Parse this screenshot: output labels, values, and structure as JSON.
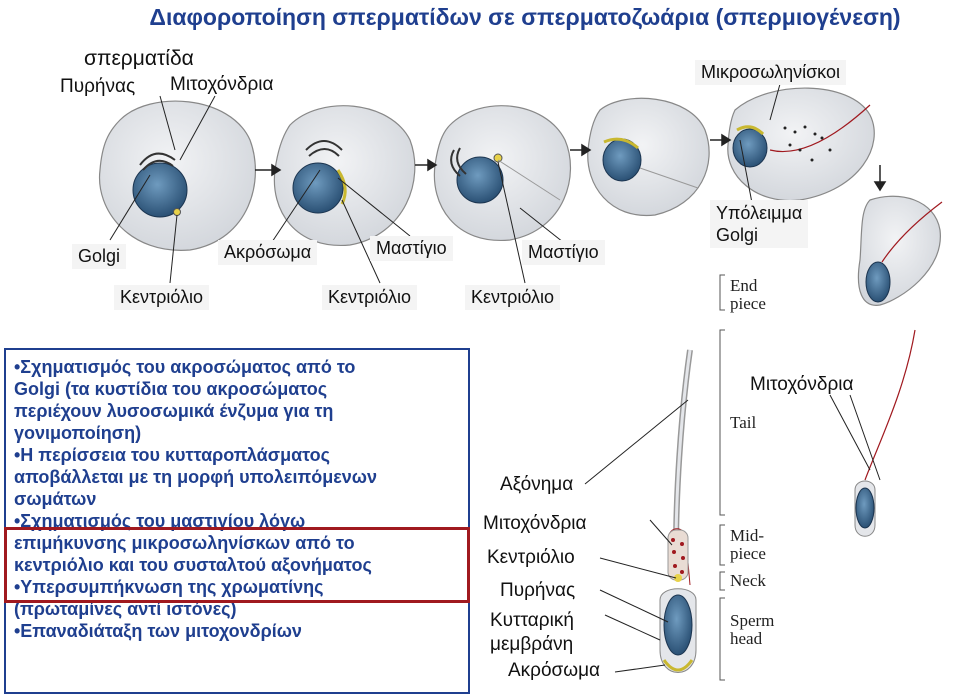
{
  "title": "Διαφοροποίηση σπερματίδων σε σπερματοζωάρια (σπερμιογένεση)",
  "labels": {
    "spermatid": "σπερματίδα",
    "nucleus_top": "Πυρήνας",
    "mitochondria_top": "Μιτοχόνδρια",
    "microtubules": "Μικροσωληνίσκοι",
    "golgi": "Golgi",
    "acrosome_mid": "Ακρόσωμα",
    "flagellum_1": "Μαστίγιο",
    "flagellum_2": "Μαστίγιο",
    "golgi_remnant_1": "Υπόλειμμα",
    "golgi_remnant_2": "Golgi",
    "centriole_1": "Κεντριόλιο",
    "centriole_2": "Κεντριόλιο",
    "centriole_3": "Κεντριόλιο",
    "mitochondria_right": "Μιτοχόνδρια",
    "axoneme": "Αξόνημα",
    "mitochondria_lower": "Μιτοχόνδρια",
    "centriole_lower": "Κεντριόλιο",
    "nucleus_lower": "Πυρήνας",
    "cell_membrane_1": "Κυτταρική",
    "cell_membrane_2": "μεμβράνη",
    "acrosome_lower": "Ακρόσωμα"
  },
  "sperm_parts": {
    "end_piece_1": "End",
    "end_piece_2": "piece",
    "tail": "Tail",
    "mid_piece_1": "Mid-",
    "mid_piece_2": "piece",
    "neck": "Neck",
    "head_1": "Sperm",
    "head_2": "head"
  },
  "bullets": [
    "•Σχηματισμός του ακροσώματος από το",
    "Golgi (τα κυστίδια του ακροσώματος",
    "περιέχουν λυσοσωμικά ένζυμα για τη",
    "γονιμοποίηση)",
    "•Η περίσσεια του κυτταροπλάσματος",
    "αποβάλλεται με τη μορφή υπολειπόμενων",
    "σωμάτων",
    "•Σχηματισμός του μαστιγίου λόγω",
    "επιμήκυνσης μικροσωληνίσκων από το",
    "κεντριόλιο και του συσταλτού αξονήματος",
    "•Υπερσυμπήκνωση της χρωματίνης",
    "(πρωταμίνες αντί ιστόνες)",
    "•Επαναδιάταξη των μιτοχονδρίων"
  ],
  "colors": {
    "title": "#1f3f8f",
    "highlight_box": "#a0191f",
    "cell_fill": "#e4e6ea",
    "nucleus": "#2d5d8a"
  }
}
